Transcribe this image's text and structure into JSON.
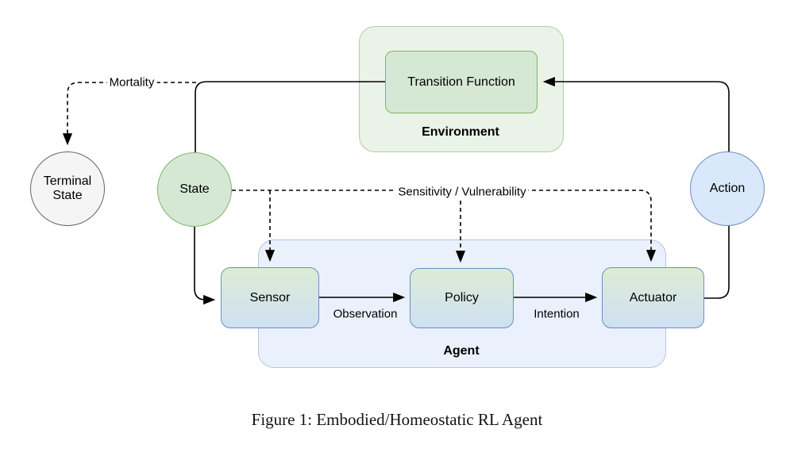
{
  "diagram": {
    "nodes": {
      "environment": "Environment",
      "transition_function": "Transition Function",
      "terminal_state": "Terminal State",
      "state": "State",
      "action": "Action",
      "agent": "Agent",
      "sensor": "Sensor",
      "policy": "Policy",
      "actuator": "Actuator"
    },
    "edge_labels": {
      "mortality": "Mortality",
      "sensitivity": "Sensitivity / Vulnerability",
      "observation": "Observation",
      "intention": "Intention"
    },
    "colors": {
      "line": "#000000",
      "green_fill": "#d5e8d4",
      "green_border": "#82b366",
      "env_fill": "#eaf3e8",
      "env_border": "#b0cda5",
      "blue_fill": "#dae8fc",
      "blue_border": "#6c8ebf",
      "agent_fill": "#eaf1fc",
      "agent_border": "#b4c4e0",
      "gray_fill": "#f5f5f5",
      "gray_border": "#666666",
      "grad_top": "#dcecd5",
      "grad_bottom": "#cfe0f3"
    }
  },
  "caption": "Figure 1: Embodied/Homeostatic RL Agent"
}
